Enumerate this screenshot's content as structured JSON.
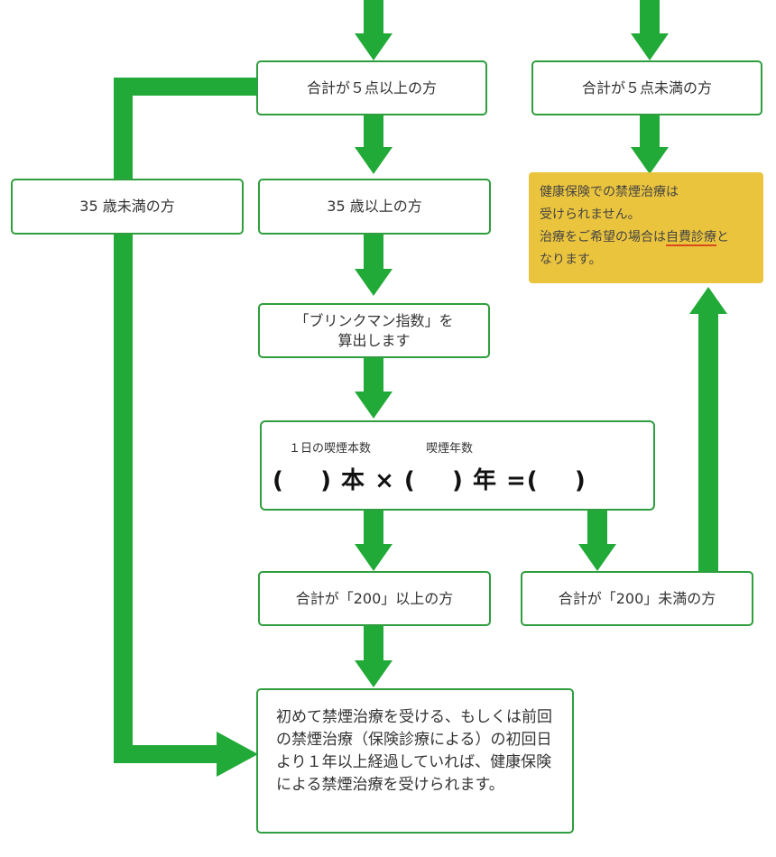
{
  "colors": {
    "arrow": "#22aa38",
    "box_border": "#2f9e3e",
    "note_bg": "#ebc43d",
    "underline": "#d84a1b"
  },
  "boxes": {
    "score_5_or_more": "合計が５点以上の方",
    "score_under_5": "合計が５点未満の方",
    "under_35": "35 歳未満の方",
    "over_35": "35 歳以上の方",
    "brinkman_line1": "「ブリンクマン指数」を",
    "brinkman_line2": "算出します",
    "index_200_or_more": "合計が「200」以上の方",
    "index_under_200": "合計が「200」未満の方"
  },
  "note": {
    "line1": "健康保険での禁煙治療は",
    "line2": "受けられません。",
    "line3_pre": "治療をご希望の場合は",
    "line3_link": "自費診療",
    "line3_post": "と",
    "line4": "なります。"
  },
  "formula": {
    "label_cigs": "１日の喫煙本数",
    "label_years": "喫煙年数",
    "expression": "(    ) 本 × (    ) 年 =(    )"
  },
  "final": {
    "text": "初めて禁煙治療を受ける、もしくは前回の禁煙治療（保険診療による）の初回日より１年以上経過していれば、健康保険による禁煙治療を受けられます。"
  }
}
